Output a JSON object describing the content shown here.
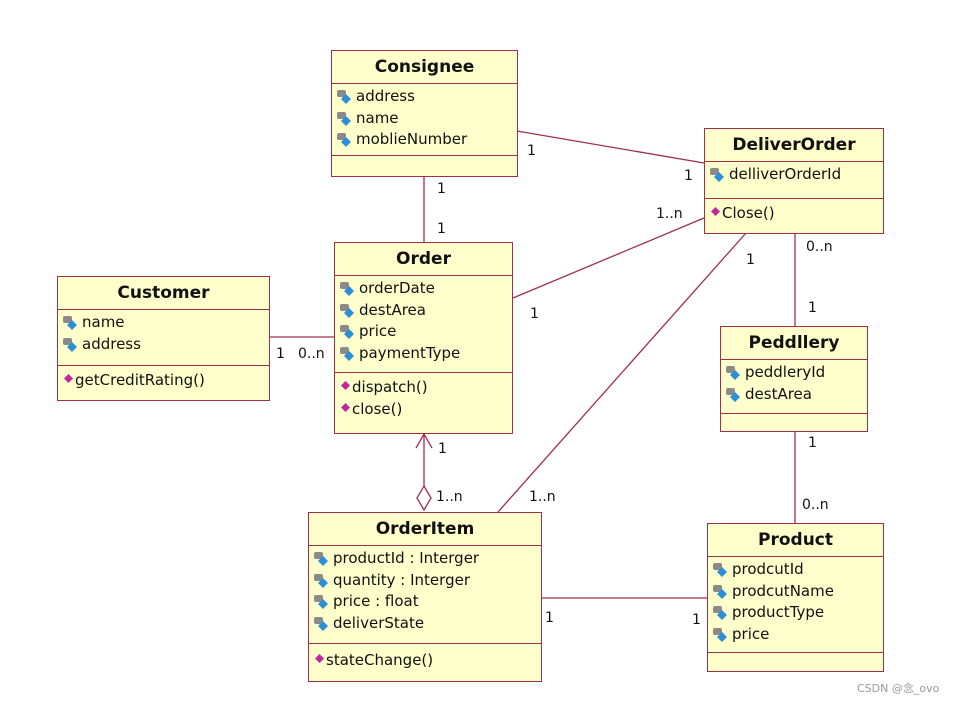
{
  "classes": {
    "consignee": {
      "name": "Consignee",
      "attributes": [
        "address",
        "name",
        "moblieNumber"
      ],
      "operations": []
    },
    "deliverorder": {
      "name": "DeliverOrder",
      "attributes": [
        "delliverOrderId"
      ],
      "operations": [
        "Close()"
      ]
    },
    "customer": {
      "name": "Customer",
      "attributes": [
        "name",
        "address"
      ],
      "operations": [
        "getCreditRating()"
      ]
    },
    "order": {
      "name": "Order",
      "attributes": [
        "orderDate",
        "destArea",
        "price",
        "paymentType"
      ],
      "operations": [
        "dispatch()",
        "close()"
      ]
    },
    "peddllery": {
      "name": "Peddllery",
      "attributes": [
        "peddleryId",
        "destArea"
      ],
      "operations": []
    },
    "orderitem": {
      "name": "OrderItem",
      "attributes": [
        "productId : Interger",
        "quantity : Interger",
        "price : float",
        "deliverState"
      ],
      "operations": [
        "stateChange()"
      ]
    },
    "product": {
      "name": "Product",
      "attributes": [
        "prodcutId",
        "prodcutName",
        "productType",
        "price"
      ],
      "operations": []
    }
  },
  "multiplicities": {
    "m1": "1",
    "m2": "1",
    "m3": "1",
    "m4": "1",
    "m5": "1..n",
    "m6": "1",
    "m7": "0..n",
    "m8": "1",
    "m9": "1",
    "m10": "0..n",
    "m11": "1",
    "m12": "1..n",
    "m13": "1..n",
    "m14": "1",
    "m15": "1",
    "m16": "1",
    "m17": "1",
    "m18": "0..n"
  },
  "watermark": "CSDN @念_ovo",
  "colors": {
    "class_fill": "#ffffcc",
    "class_border": "#a0304a",
    "line": "#a0304a",
    "attr_icon": "#2a8fd6",
    "op_icon": "#c2279a"
  }
}
